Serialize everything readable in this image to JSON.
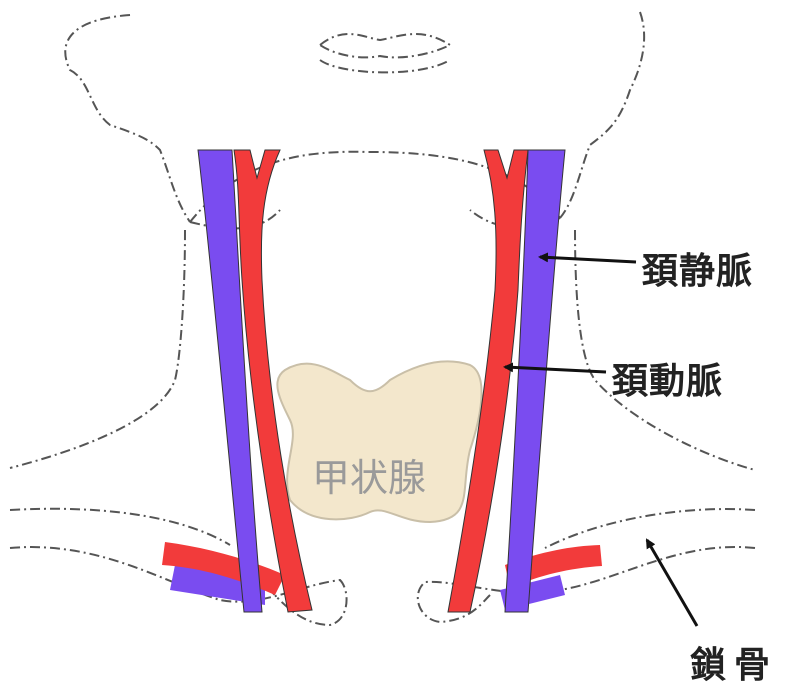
{
  "labels": {
    "jugular_vein": "頚静脈",
    "carotid_artery": "頚動脈",
    "thyroid": "甲状腺",
    "clavicle": "鎖骨"
  },
  "colors": {
    "artery": "#f23b3b",
    "vein": "#7a4cf0",
    "thyroid_fill": "#f3e7cc",
    "outline": "#555555"
  }
}
